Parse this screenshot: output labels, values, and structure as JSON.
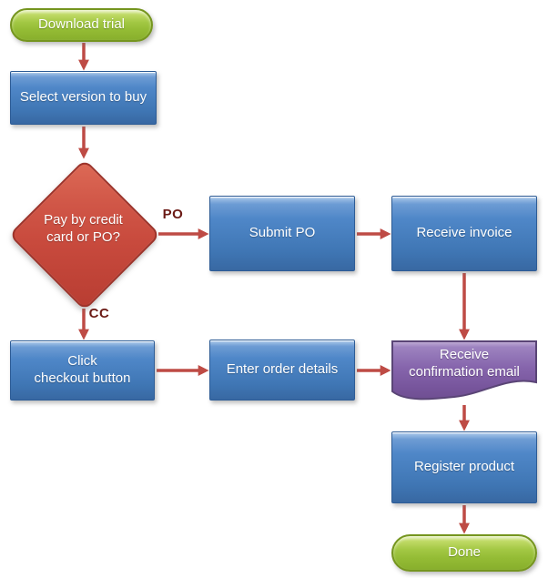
{
  "diagram": {
    "type": "flowchart",
    "background": "#ffffff"
  },
  "nodes": [
    {
      "id": "start",
      "shape": "terminator",
      "label": "Download trial"
    },
    {
      "id": "select-version",
      "shape": "process",
      "label": "Select version to buy"
    },
    {
      "id": "payment-decision",
      "shape": "decision",
      "label": "Pay by credit\ncard or PO?"
    },
    {
      "id": "submit-po",
      "shape": "process",
      "label": "Submit PO"
    },
    {
      "id": "receive-invoice",
      "shape": "process",
      "label": "Receive invoice"
    },
    {
      "id": "click-checkout",
      "shape": "process",
      "label": "Click\ncheckout button"
    },
    {
      "id": "enter-order-details",
      "shape": "process",
      "label": "Enter order details"
    },
    {
      "id": "receive-confirmation-email",
      "shape": "document",
      "label": "Receive\nconfirmation email"
    },
    {
      "id": "register-product",
      "shape": "process",
      "label": "Register product"
    },
    {
      "id": "done",
      "shape": "terminator",
      "label": "Done"
    }
  ],
  "edges": [
    {
      "from": "start",
      "to": "select-version",
      "label": ""
    },
    {
      "from": "select-version",
      "to": "payment-decision",
      "label": ""
    },
    {
      "from": "payment-decision",
      "to": "submit-po",
      "label": "PO"
    },
    {
      "from": "submit-po",
      "to": "receive-invoice",
      "label": ""
    },
    {
      "from": "receive-invoice",
      "to": "receive-confirmation-email",
      "label": ""
    },
    {
      "from": "payment-decision",
      "to": "click-checkout",
      "label": "CC"
    },
    {
      "from": "click-checkout",
      "to": "enter-order-details",
      "label": ""
    },
    {
      "from": "enter-order-details",
      "to": "receive-confirmation-email",
      "label": ""
    },
    {
      "from": "receive-confirmation-email",
      "to": "register-product",
      "label": ""
    },
    {
      "from": "register-product",
      "to": "done",
      "label": ""
    }
  ],
  "colors": {
    "terminator_green": "#94bc35",
    "process_blue": "#4f87c8",
    "decision_red": "#c84a3d",
    "document_purple": "#8665ac",
    "arrow_red": "#be4b45",
    "edge_label": "#6b1a15",
    "node_text": "#ffffff"
  }
}
